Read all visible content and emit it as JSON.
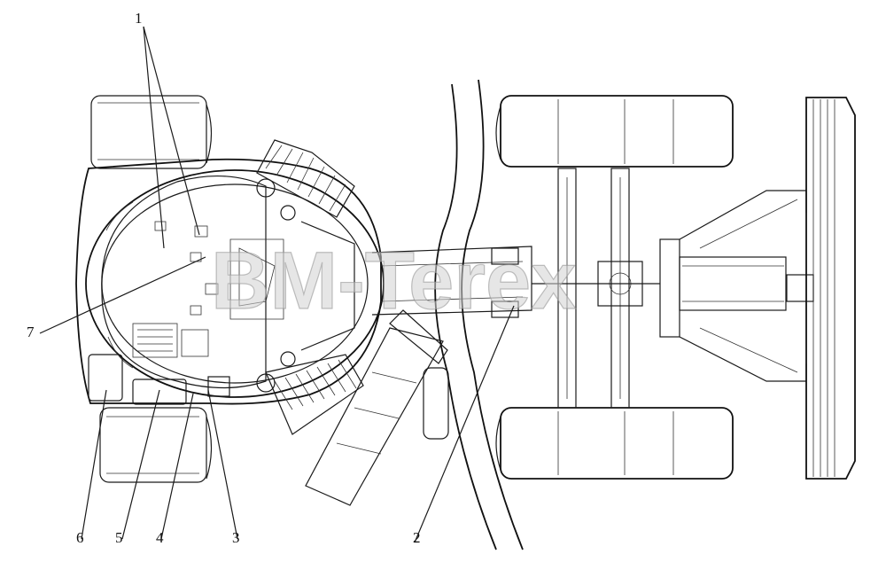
{
  "diagram": {
    "callouts": [
      {
        "id": "1",
        "label": "1"
      },
      {
        "id": "2",
        "label": "2"
      },
      {
        "id": "3",
        "label": "3"
      },
      {
        "id": "4",
        "label": "4"
      },
      {
        "id": "5",
        "label": "5"
      },
      {
        "id": "6",
        "label": "6"
      },
      {
        "id": "7",
        "label": "7"
      }
    ],
    "watermark": "BM-Terex"
  }
}
